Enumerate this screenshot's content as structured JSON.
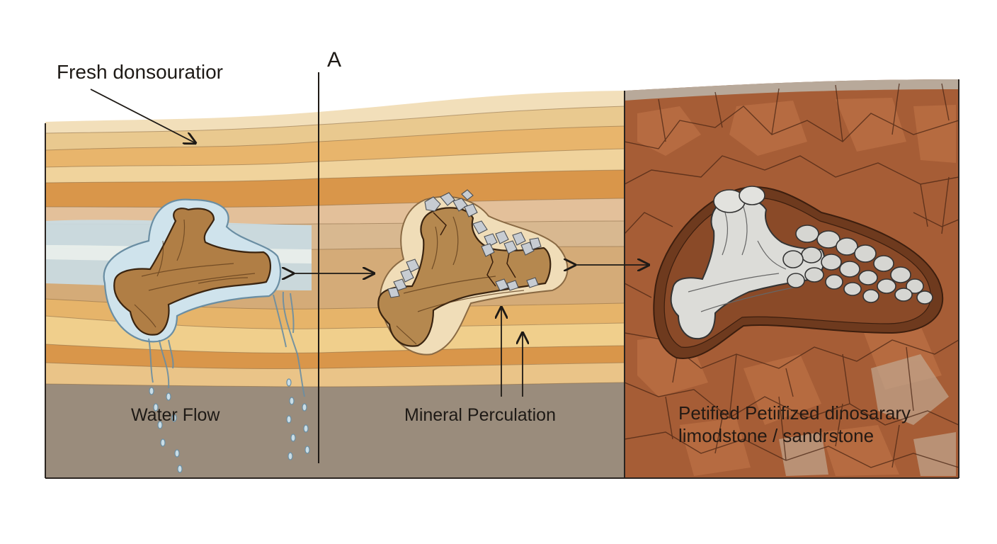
{
  "labels": {
    "fresh": "Fresh donsouratior",
    "marker": "A",
    "water": "Water Flow",
    "mineral": "Mineral Perculation",
    "petrified_line1": "Petified Petiifized dinosarary",
    "petrified_line2": "limodstone / sandrstone"
  },
  "colors": {
    "strata_light": "#f2dfba",
    "strata_mid": "#e9c07c",
    "strata_dark": "#d9964a",
    "strata_brown": "#c98d4c",
    "water": "#c9dde6",
    "bedrock": "#9a8c7c",
    "bone": "#b07e45",
    "crystal": "#c7ccd2",
    "petrified_rock": "#a65d36",
    "fossil_bone": "#dcdcd8"
  }
}
